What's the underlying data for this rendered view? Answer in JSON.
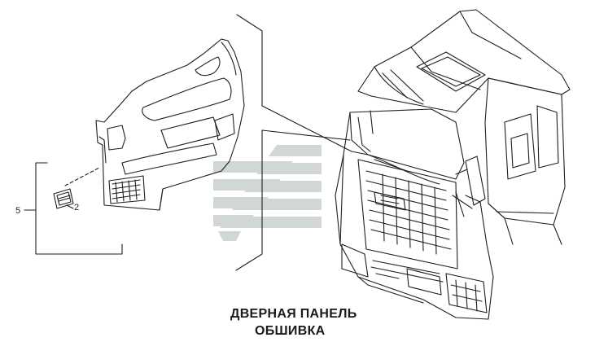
{
  "callouts": {
    "part_5": "5",
    "part_2": "2"
  },
  "caption": {
    "line1": "ДВЕРНАЯ ПАНЕЛЬ",
    "line2": "ОБШИВКА"
  },
  "colors": {
    "line": "#1e1e1e",
    "watermark": "#c9d0cc"
  },
  "icons": {
    "watermark": "logo-watermark-icon"
  }
}
